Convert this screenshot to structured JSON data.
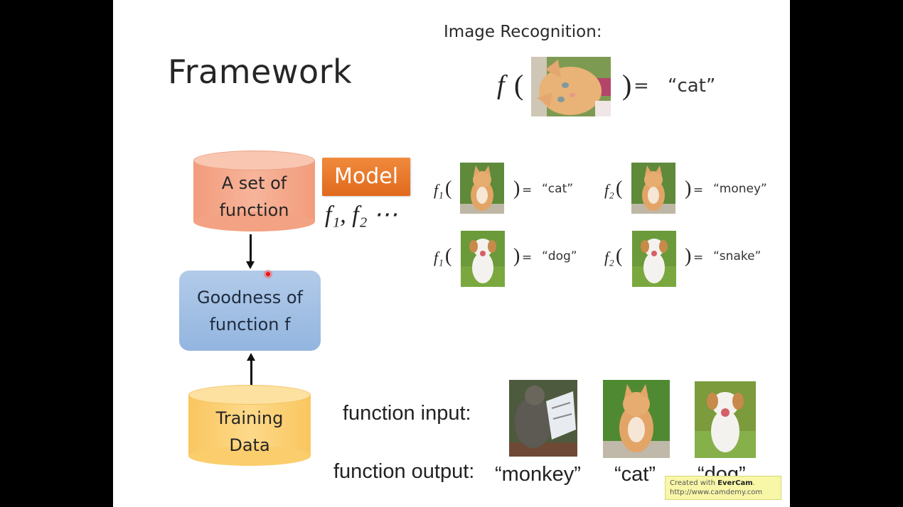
{
  "slide": {
    "title": "Framework",
    "subtitle": "Image Recognition:",
    "main_equation": {
      "function_symbol": "f",
      "open_paren": "(",
      "image": "cat-photo-tilted",
      "close_paren": ")",
      "equals": "=",
      "output": "“cat”"
    },
    "diagram": {
      "set_of_function": [
        "A set of",
        "function"
      ],
      "model_label": "Model",
      "function_list": "f₁, f₂ ⋯",
      "goodness": [
        "Goodness of",
        "function f"
      ],
      "training_data": [
        "Training",
        "Data"
      ]
    },
    "examples": [
      {
        "function": "f₁",
        "image": "kitten-photo",
        "output": "“cat”"
      },
      {
        "function": "f₂",
        "image": "kitten-photo",
        "output": "“money”"
      },
      {
        "function": "f₁",
        "image": "puppy-photo",
        "output": "“dog”"
      },
      {
        "function": "f₂",
        "image": "puppy-photo",
        "output": "“snake”"
      }
    ],
    "training_pairs": {
      "input_label": "function input:",
      "output_label": "function output:",
      "items": [
        {
          "image": "monkey-photo",
          "output": "“monkey”"
        },
        {
          "image": "kitten-photo",
          "output": "“cat”"
        },
        {
          "image": "puppy-photo",
          "output": "“dog”"
        }
      ]
    },
    "watermark": {
      "line1_prefix": "Created with ",
      "line1_brand": "EverCam",
      "line1_suffix": ".",
      "line2": "http://www.camdemy.com"
    },
    "colors": {
      "cylinder_top": "#f6a98a",
      "model_box": "#e8772b",
      "goodness_box": "#9dbbe2",
      "training_cylinder": "#fcd27a"
    }
  }
}
